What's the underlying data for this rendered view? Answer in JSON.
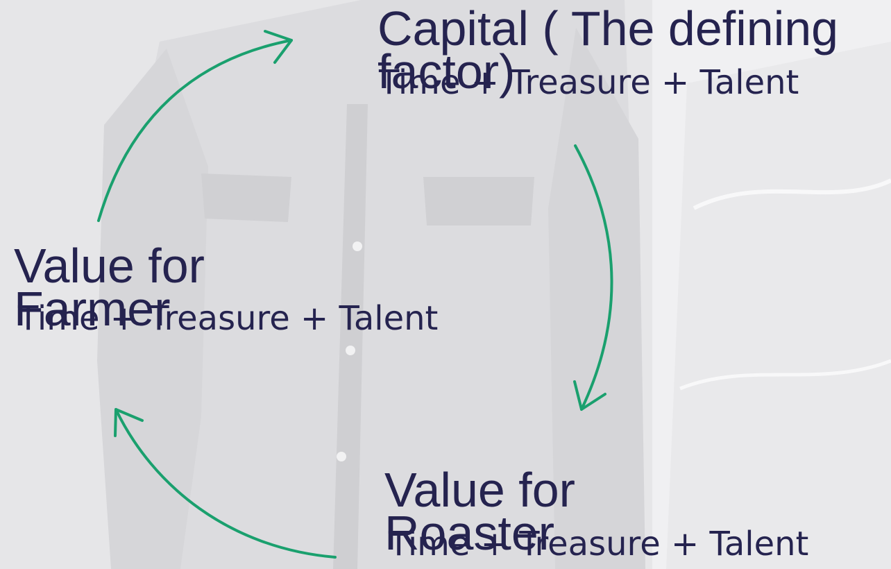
{
  "nodes": {
    "capital": {
      "title": "Capital ( The defining factor)",
      "subtitle": "Time + Treasure + Talent"
    },
    "farmer": {
      "title": "Value for Farmer",
      "subtitle": "Time + Treasure + Talent"
    },
    "roaster": {
      "title": "Value for Roaster",
      "subtitle": "Time + Treasure + Talent"
    }
  },
  "colors": {
    "text": "#25234f",
    "arrow": "#1aa06e",
    "background": "#ededef"
  },
  "icons": [
    "cycle-arrow-icon"
  ]
}
